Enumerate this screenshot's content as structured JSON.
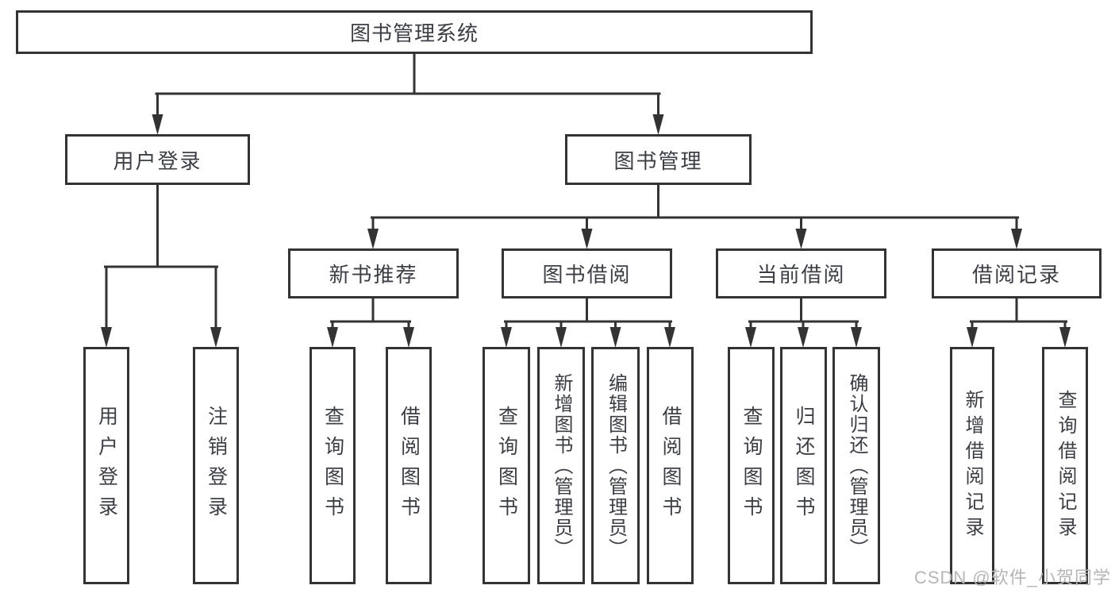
{
  "tree": {
    "root": {
      "label": "图书管理系统"
    },
    "children": [
      {
        "label": "用户登录",
        "children": [
          {
            "label": "用户登录"
          },
          {
            "label": "注销登录"
          }
        ]
      },
      {
        "label": "图书管理",
        "children": [
          {
            "label": "新书推荐",
            "children": [
              {
                "label": "查询图书"
              },
              {
                "label": "借阅图书"
              }
            ]
          },
          {
            "label": "图书借阅",
            "children": [
              {
                "label": "查询图书"
              },
              {
                "label": "新增图书（管理员）"
              },
              {
                "label": "编辑图书（管理员）"
              },
              {
                "label": "借阅图书"
              }
            ]
          },
          {
            "label": "当前借阅",
            "children": [
              {
                "label": "查询图书"
              },
              {
                "label": "归还图书"
              },
              {
                "label": "确认归还（管理员）"
              }
            ]
          },
          {
            "label": "借阅记录",
            "children": [
              {
                "label": "新增借阅记录"
              },
              {
                "label": "查询借阅记录"
              }
            ]
          }
        ]
      }
    ]
  },
  "watermark": {
    "text": "CSDN @软件_小贺同学"
  },
  "colors": {
    "line": "#333333",
    "text": "#3b3e44",
    "watermark": "#b5b5b5"
  }
}
